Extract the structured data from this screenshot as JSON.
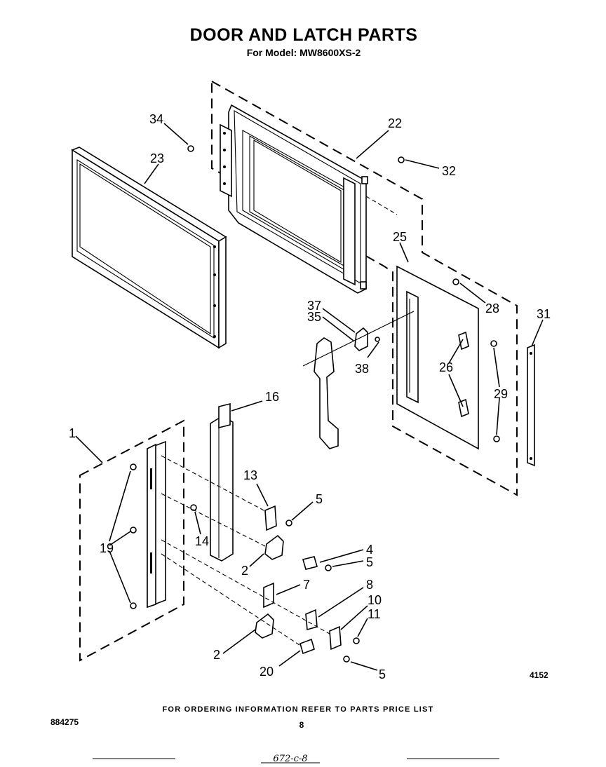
{
  "header": {
    "title": "DOOR AND LATCH PARTS",
    "subtitle": "For Model: MW8600XS-2"
  },
  "callouts": {
    "c34": "34",
    "c22": "22",
    "c23": "23",
    "c32": "32",
    "c25": "25",
    "c28": "28",
    "c31": "31",
    "c37": "37",
    "c35": "35",
    "c38": "38",
    "c26": "26",
    "c29": "29",
    "c16": "16",
    "c1": "1",
    "c13": "13",
    "c5a": "5",
    "c19": "19",
    "c14": "14",
    "c4": "4",
    "c5b": "5",
    "c2a": "2",
    "c7": "7",
    "c8": "8",
    "c10": "10",
    "c11": "11",
    "c2b": "2",
    "c20": "20",
    "c5c": "5"
  },
  "diagram_number": "4152",
  "footer": {
    "note": "FOR ORDERING INFORMATION REFER TO PARTS PRICE LIST",
    "doc_number": "884275",
    "page_number": "8",
    "handwritten": "672-c-8"
  }
}
